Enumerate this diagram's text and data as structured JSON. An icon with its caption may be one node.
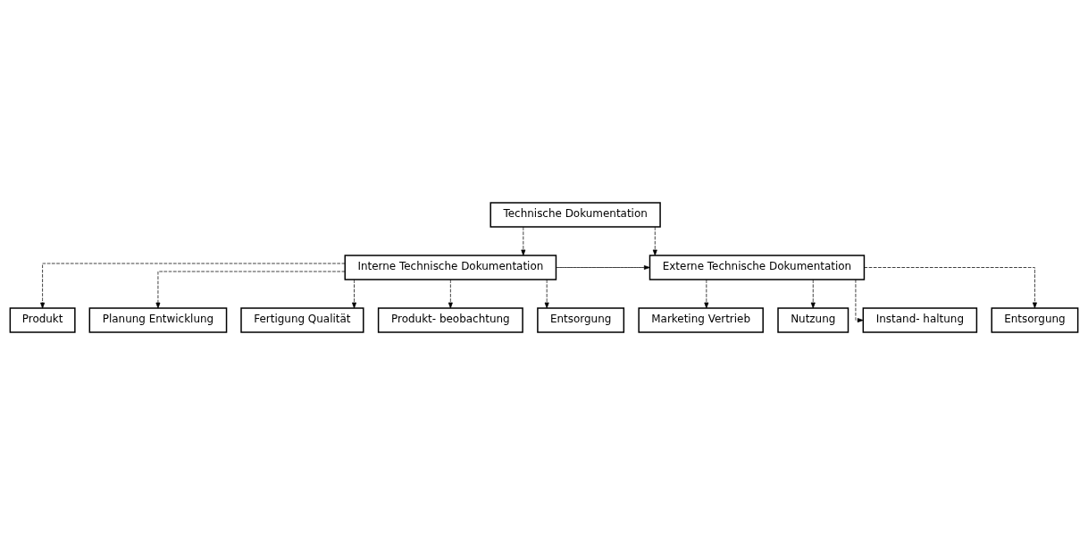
{
  "diagram": {
    "nodes": [
      {
        "text": [
          "Technische Dokumentation"
        ]
      },
      {
        "text": [
          "Interne Technische Dokumentation"
        ]
      },
      {
        "text": [
          "Externe Technische Dokumentation"
        ]
      },
      {
        "text": [
          "Produkt"
        ]
      },
      {
        "text": [
          "Planung Entwicklung"
        ]
      },
      {
        "text": [
          "Fertigung Qualität"
        ]
      },
      {
        "text": [
          "Produkt- beobachtung"
        ]
      },
      {
        "text": [
          "Entsorgung"
        ]
      },
      {
        "text": [
          "Marketing Vertrieb"
        ]
      },
      {
        "text": [
          "Nutzung"
        ]
      },
      {
        "text": [
          "Instand- haltung"
        ]
      },
      {
        "text": [
          "Entsorgung"
        ]
      }
    ],
    "edges": [
      {
        "from": 0,
        "to": 1,
        "arrow": "to",
        "style": "dashed"
      },
      {
        "from": 0,
        "to": 2,
        "arrow": "to",
        "style": "dashed"
      },
      {
        "from": 1,
        "to": 2,
        "arrow": "to"
      },
      {
        "from": 1,
        "to": 3,
        "arrow": "to",
        "style": "dashed"
      },
      {
        "from": 1,
        "to": 4,
        "arrow": "to",
        "style": "dashed"
      },
      {
        "from": 1,
        "to": 5,
        "arrow": "to",
        "style": "dashed"
      },
      {
        "from": 1,
        "to": 6,
        "arrow": "to",
        "style": "dashed"
      },
      {
        "from": 1,
        "to": 7,
        "arrow": "to",
        "style": "dashed"
      },
      {
        "from": 2,
        "to": 8,
        "arrow": "to",
        "style": "dashed"
      },
      {
        "from": 2,
        "to": 9,
        "arrow": "to",
        "style": "dashed"
      },
      {
        "from": 2,
        "to": 10,
        "arrow": "to",
        "style": "dashed"
      },
      {
        "from": 2,
        "to": 11,
        "arrow": "to",
        "style": "dashed"
      }
    ]
  }
}
